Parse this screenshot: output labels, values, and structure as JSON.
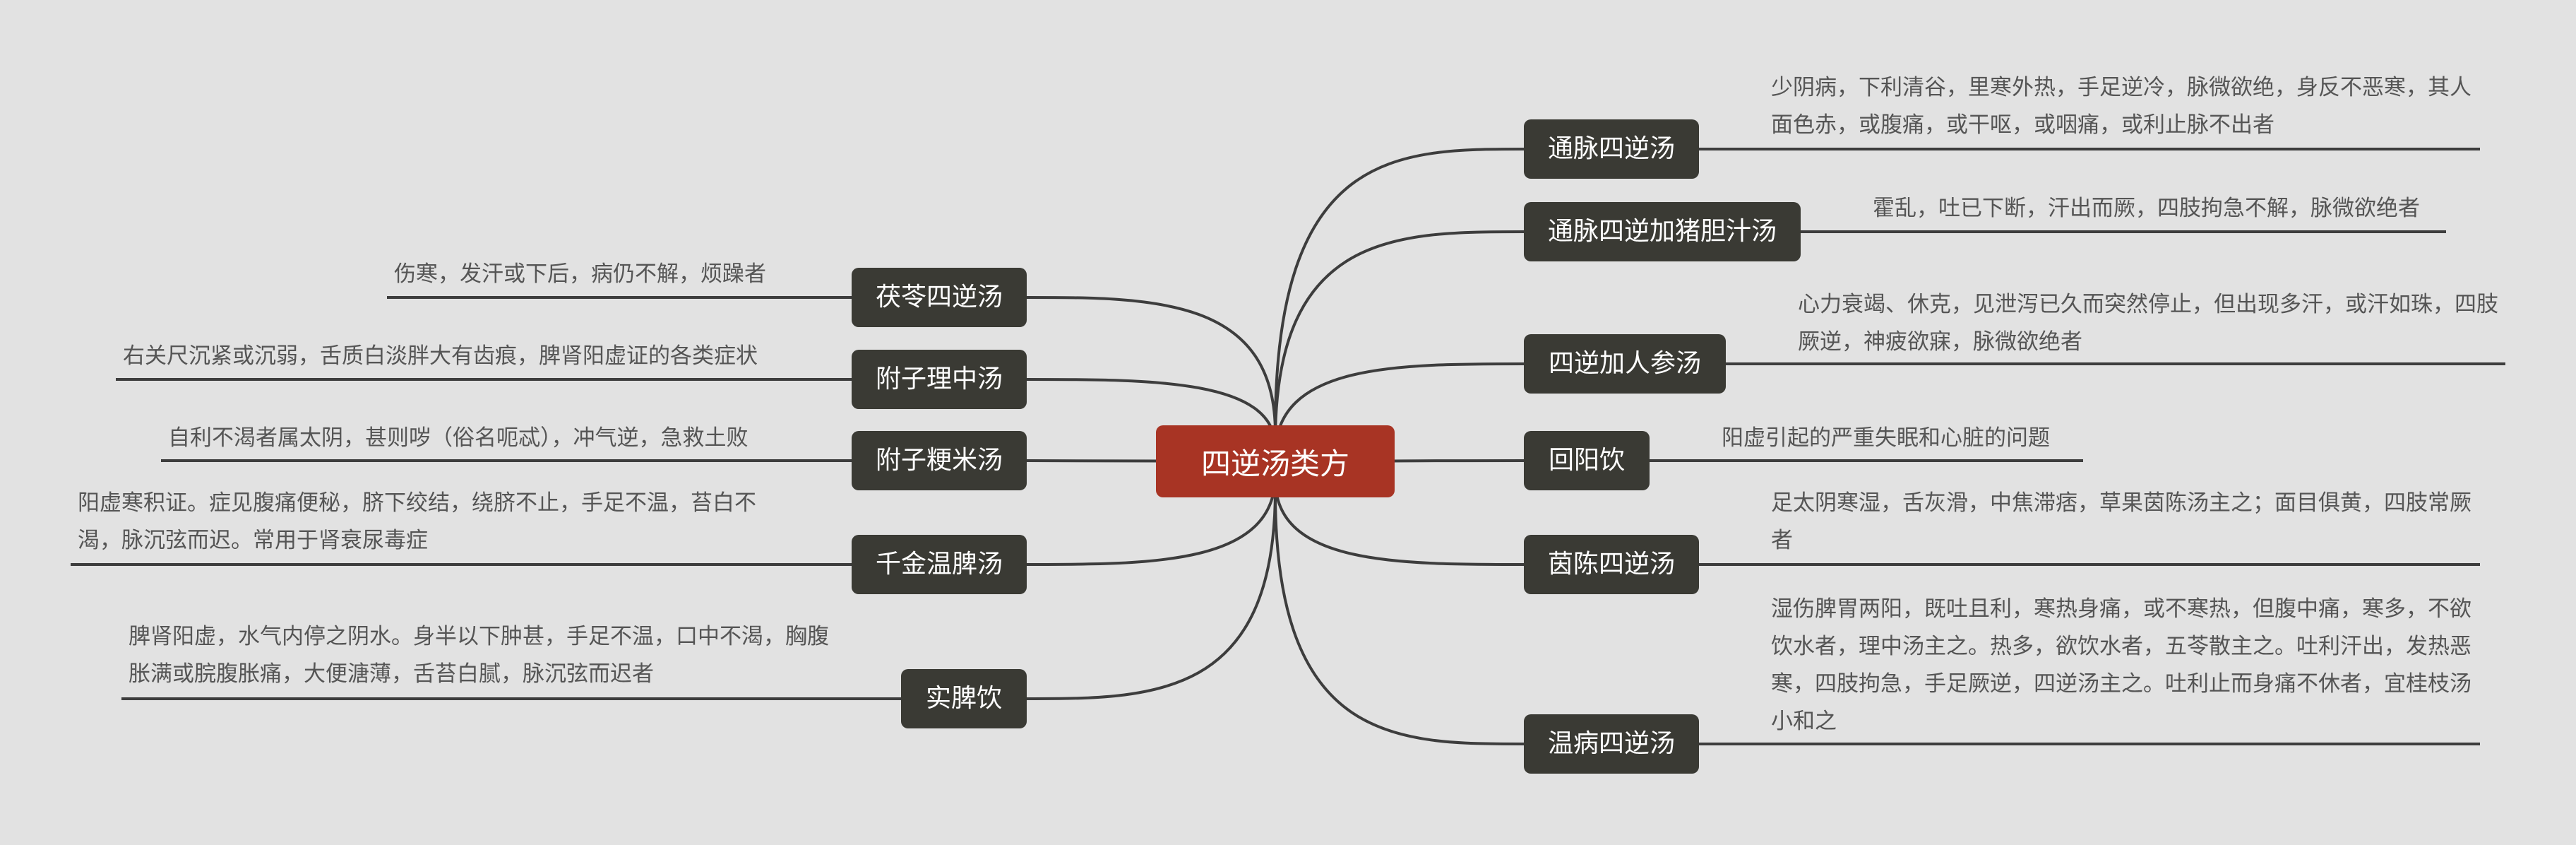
{
  "center": {
    "title": "四逆汤类方"
  },
  "right": [
    {
      "label": "通脉四逆汤",
      "note": "少阴病，下利清谷，里寒外热，手足逆冷，脉微欲绝，身反不恶寒，其人面色赤，或腹痛，或干呕，或咽痛，或利止脉不出者"
    },
    {
      "label": "通脉四逆加猪胆汁汤",
      "note": "霍乱，吐已下断，汗出而厥，四肢拘急不解，脉微欲绝者"
    },
    {
      "label": "四逆加人参汤",
      "note": "心力衰竭、休克，见泄泻已久而突然停止，但出现多汗，或汗如珠，四肢厥逆，神疲欲寐，脉微欲绝者"
    },
    {
      "label": "回阳饮",
      "note": "阳虚引起的严重失眠和心脏的问题"
    },
    {
      "label": "茵陈四逆汤",
      "note": "足太阴寒湿，舌灰滑，中焦滞痞，草果茵陈汤主之；面目俱黄，四肢常厥者"
    },
    {
      "label": "温病四逆汤",
      "note": "湿伤脾胃两阳，既吐且利，寒热身痛，或不寒热，但腹中痛，寒多，不欲饮水者，理中汤主之。热多，欲饮水者，五苓散主之。吐利汗出，发热恶寒，四肢拘急，手足厥逆，四逆汤主之。吐利止而身痛不休者，宜桂枝汤小和之"
    }
  ],
  "left": [
    {
      "label": "茯苓四逆汤",
      "note": "伤寒，发汗或下后，病仍不解，烦躁者"
    },
    {
      "label": "附子理中汤",
      "note": "右关尺沉紧或沉弱，舌质白淡胖大有齿痕，脾肾阳虚证的各类症状"
    },
    {
      "label": "附子粳米汤",
      "note": "自利不渴者属太阴，甚则哕（俗名呃忒），冲气逆，急救土败"
    },
    {
      "label": "千金温脾汤",
      "note": "阳虚寒积证。症见腹痛便秘，脐下绞结，绕脐不止，手足不温，苔白不渴，脉沉弦而迟。常用于肾衰尿毒症"
    },
    {
      "label": "实脾饮",
      "note": "脾肾阳虚，水气内停之阴水。身半以下肿甚，手足不温，口中不渴，胸腹胀满或脘腹胀痛，大便溏薄，舌苔白腻，脉沉弦而迟者"
    }
  ],
  "colors": {
    "background": "#e2e2e2",
    "center": "#a83424",
    "node": "#3a3a34",
    "line": "#3d3d3d",
    "note_text": "#555555"
  }
}
